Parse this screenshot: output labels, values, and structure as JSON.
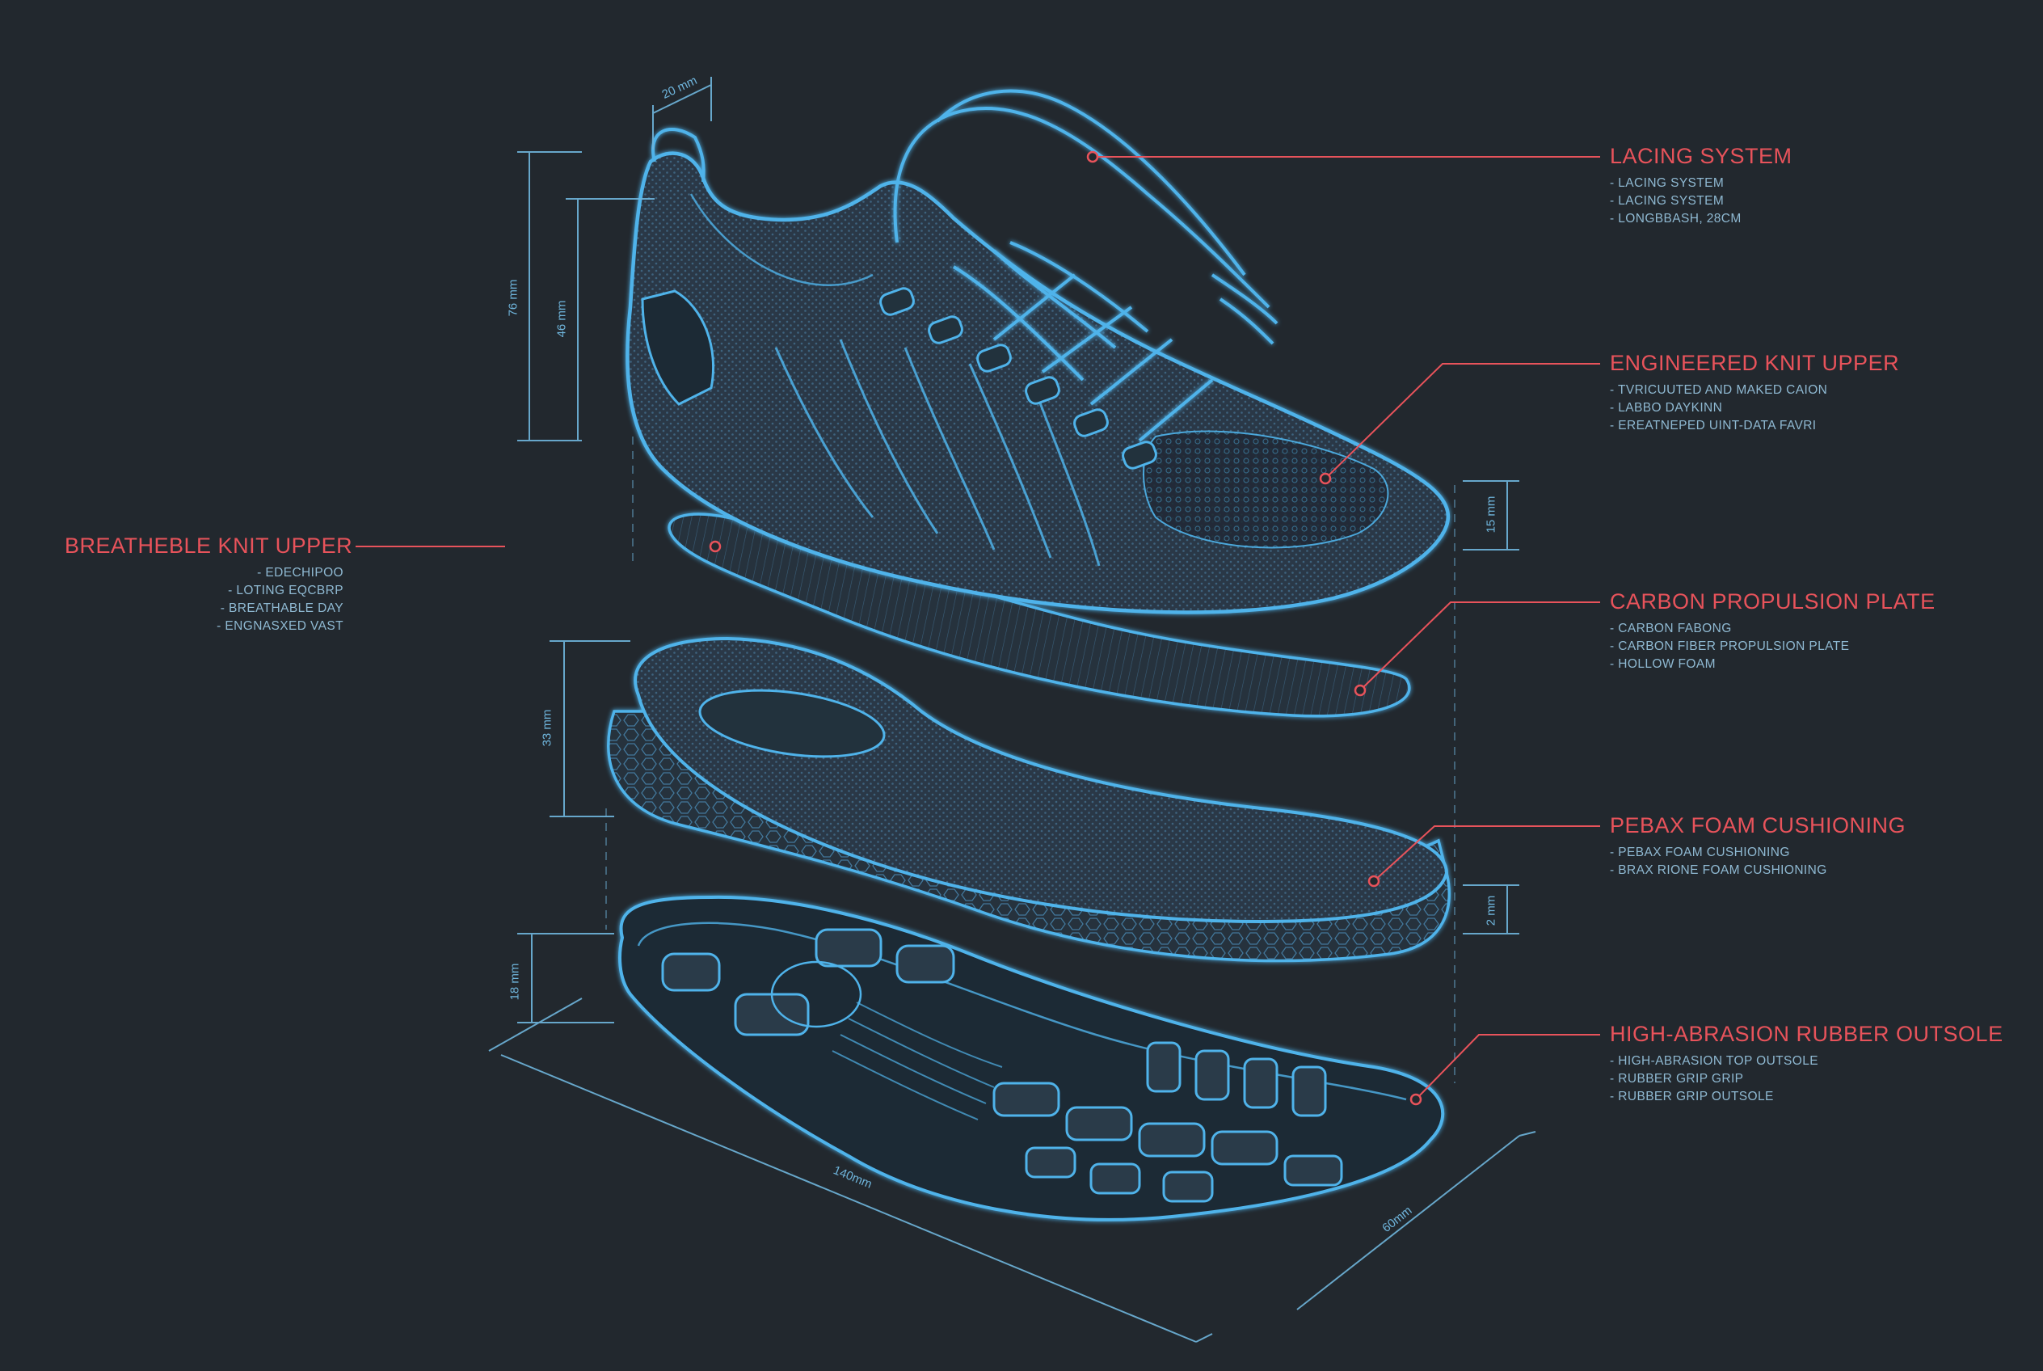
{
  "colors": {
    "background": "#22282e",
    "outline": "#4fb3ea",
    "outline_glow": "#2a7fb8",
    "callout_red": "#e8535b",
    "spec_text": "#8fb9d2",
    "dimension": "#6fb5dc",
    "fill_dark": "#2b3a48"
  },
  "callouts": {
    "lacing": {
      "title": "LACING SYSTEM",
      "lines": [
        "- LACING SYSTEM",
        "- LACING SYSTEM",
        "- LONGBBASH, 28CM"
      ]
    },
    "knit_upper": {
      "title": "ENGINEERED KNIT UPPER",
      "lines": [
        "- TVRICUUTED AND MAKED CAION",
        "- LABBO DAYKINN",
        "- EREATNEPED UINT-DATA FAVRI"
      ]
    },
    "breathable": {
      "title": "BREATHEBLE KNIT UPPER",
      "lines": [
        "- EDECHIPOO",
        "- LOTING EQCBRP",
        "- BREATHABLE DAY",
        "- ENGNASXED VAST"
      ]
    },
    "carbon": {
      "title": "CARBON PROPULSION PLATE",
      "lines": [
        "- CARBON FABONG",
        "- CARBON FIBER PROPULSION PLATE",
        "- HOLLOW FOAM"
      ]
    },
    "pebax": {
      "title": "PEBAX FOAM CUSHIONING",
      "lines": [
        "- PEBAX FOAM CUSHIONING",
        "- BRAX RIONE FOAM CUSHIONING"
      ]
    },
    "outsole": {
      "title": "HIGH-ABRASION RUBBER OUTSOLE",
      "lines": [
        "- HIGH-ABRASION TOP OUTSOLE",
        "- RUBBER GRIP GRIP",
        "- RUBBER GRIP OUTSOLE"
      ]
    }
  },
  "dimensions": {
    "heel_width": "20 mm",
    "upper_height": "76 mm",
    "collar_height": "46 mm",
    "toe_height": "15 mm",
    "midsole_height": "33 mm",
    "foam_thickness": "2 mm",
    "outsole_height": "18 mm",
    "length": "140mm",
    "width": "60mm"
  },
  "icons": {
    "callout_dot": "circle-marker"
  }
}
